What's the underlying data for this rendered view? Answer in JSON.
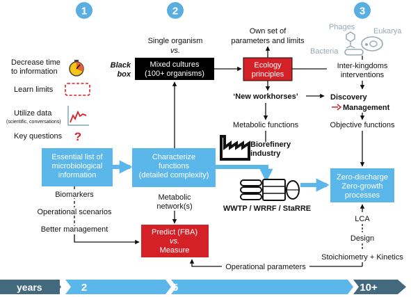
{
  "colors": {
    "light_blue": "#5bb6ea",
    "step_circle": "#5aaee0",
    "red_box": "#d42027",
    "black_box": "#000000",
    "timeline_dark": "#42697d",
    "timeline_light": "#5bb6ea",
    "organism_gray": "#9aaab2"
  },
  "steps": [
    "1",
    "2",
    "3"
  ],
  "legend": {
    "items": [
      {
        "icon": "stopwatch-icon",
        "lines": [
          "Decrease time",
          "to information"
        ]
      },
      {
        "icon": "dashed-box-icon",
        "lines": [
          "Learn limits"
        ]
      },
      {
        "icon": "chart-icon",
        "lines": [
          "Utilize data",
          "(scientific, conversations)"
        ]
      },
      {
        "icon": "question-mark-icon",
        "lines": [
          "Key questions"
        ]
      }
    ],
    "question_mark": "?"
  },
  "col1": {
    "box": [
      "Essential list of",
      "microbiological",
      "information"
    ],
    "biomarkers": "Biomarkers",
    "operational_scenarios": "Operational scenarios",
    "better_management": "Better management"
  },
  "col2": {
    "single_organism": "Single organism",
    "vs": "vs.",
    "black_box_label": [
      "Black",
      "box"
    ],
    "mixed_cultures": [
      "Mixed cultures",
      "(100+ organisms)"
    ],
    "characterize": [
      "Characterize",
      "functions",
      "(detailed complexity)"
    ],
    "metabolic_network": [
      "Metabolic",
      "network(s)"
    ],
    "predict": [
      "Predict (FBA)",
      "vs.",
      "Measure"
    ]
  },
  "center": {
    "own_set": [
      "Own set of",
      "parameters and limits"
    ],
    "ecology": [
      "Ecology",
      "principles"
    ],
    "new_workhorses": "‘New workhorses’",
    "metabolic_functions": "Metabolic functions",
    "biorefinery": [
      "Biorefinery",
      "industry"
    ],
    "wwtp": "WWTP / WRRF / StaRRE",
    "operational_parameters": "Operational parameters"
  },
  "col3": {
    "phages": "Phages",
    "eukarya": "Eukarya",
    "bacteria": "Bacteria",
    "inter_kingdoms": [
      "Inter-kingdoms",
      "interventions"
    ],
    "discovery": "Discovery",
    "management": "Management",
    "objective_functions": "Objective functions",
    "zero": [
      "Zero-discharge",
      "Zero-growth",
      "processes"
    ],
    "lca": "LCA",
    "design": "Design",
    "stoich": "Stoichiometry + Kinetics"
  },
  "timeline": {
    "labels": [
      "years",
      "2",
      "5",
      "10+"
    ]
  }
}
